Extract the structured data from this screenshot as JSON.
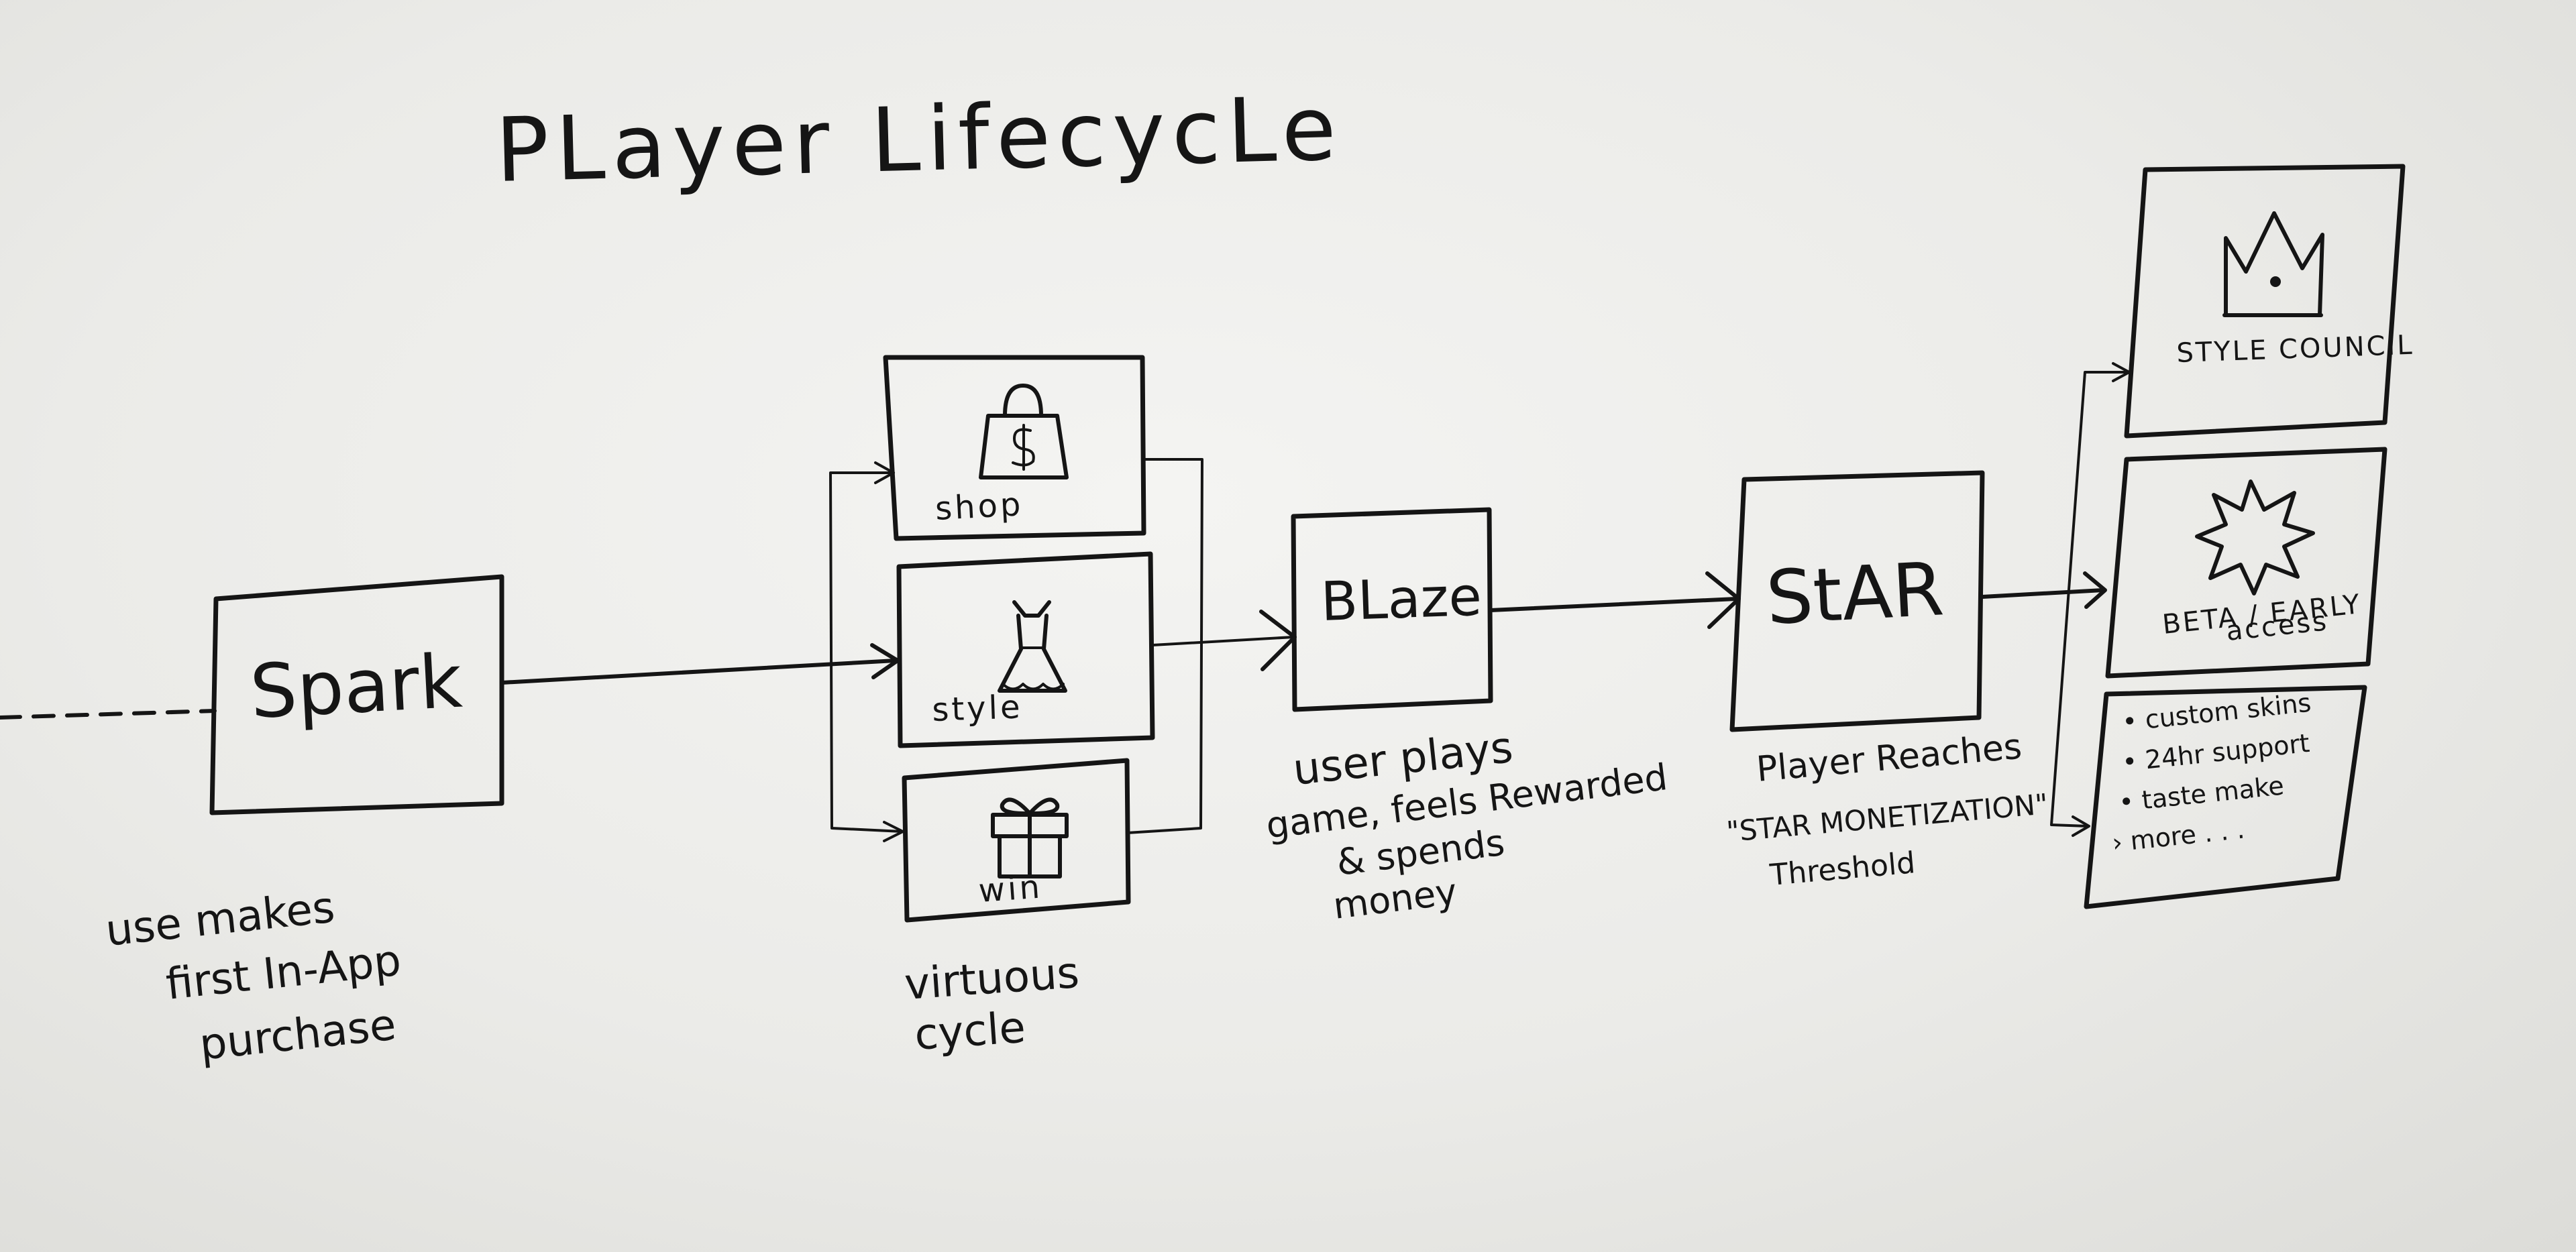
{
  "diagram": {
    "title": "PLayer LifecycLe",
    "nodes": {
      "spark": {
        "label": "Spark",
        "caption": [
          "use makes",
          "first In-App",
          "purchase"
        ]
      },
      "shop": {
        "label": "shop",
        "icon": "shopping-bag-icon"
      },
      "style": {
        "label": "style",
        "icon": "dress-icon"
      },
      "win": {
        "label": "win",
        "icon": "gift-icon"
      },
      "cycle_caption": [
        "virtuous",
        "cycle"
      ],
      "blaze": {
        "label": "BLaze",
        "caption": [
          "user plays",
          "game, feels Rewarded",
          "& spends",
          "money"
        ]
      },
      "star": {
        "label": "StAR",
        "caption": [
          "Player Reaches",
          "\"STAR MONETIZATION\"",
          "Threshold"
        ]
      },
      "style_council": {
        "label": "STYLE COUNCIL",
        "icon": "crown-icon"
      },
      "beta": {
        "label": [
          "BETA / EARLY",
          "access"
        ],
        "icon": "starburst-icon"
      },
      "perks": [
        "• custom skins",
        "• 24hr support",
        "• taste make",
        "› more . . ."
      ]
    }
  }
}
